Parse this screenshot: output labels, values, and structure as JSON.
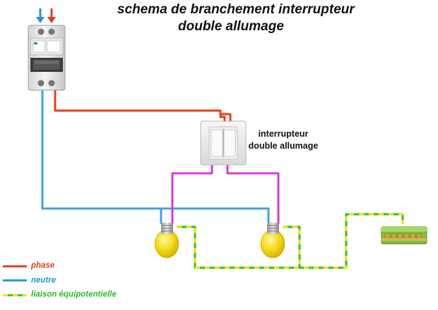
{
  "title": {
    "line1": "schema de branchement interrupteur",
    "line2": "double allumage"
  },
  "switch_label": {
    "line1": "interrupteur",
    "line2": "double allumage"
  },
  "legend": [
    {
      "label": "phase",
      "color": "#e0401a"
    },
    {
      "label": "neutre",
      "color": "#1e9ad6"
    },
    {
      "label": "liaison équipotentielle",
      "color": "#2eb82e"
    }
  ],
  "colors": {
    "phase": "#e0401a",
    "neutre": "#3fa2e0",
    "switched": "#d63ad8",
    "earth_green": "#3cbf3c",
    "earth_yellow": "#f2e21a",
    "bulb": "#f5dc1c"
  }
}
